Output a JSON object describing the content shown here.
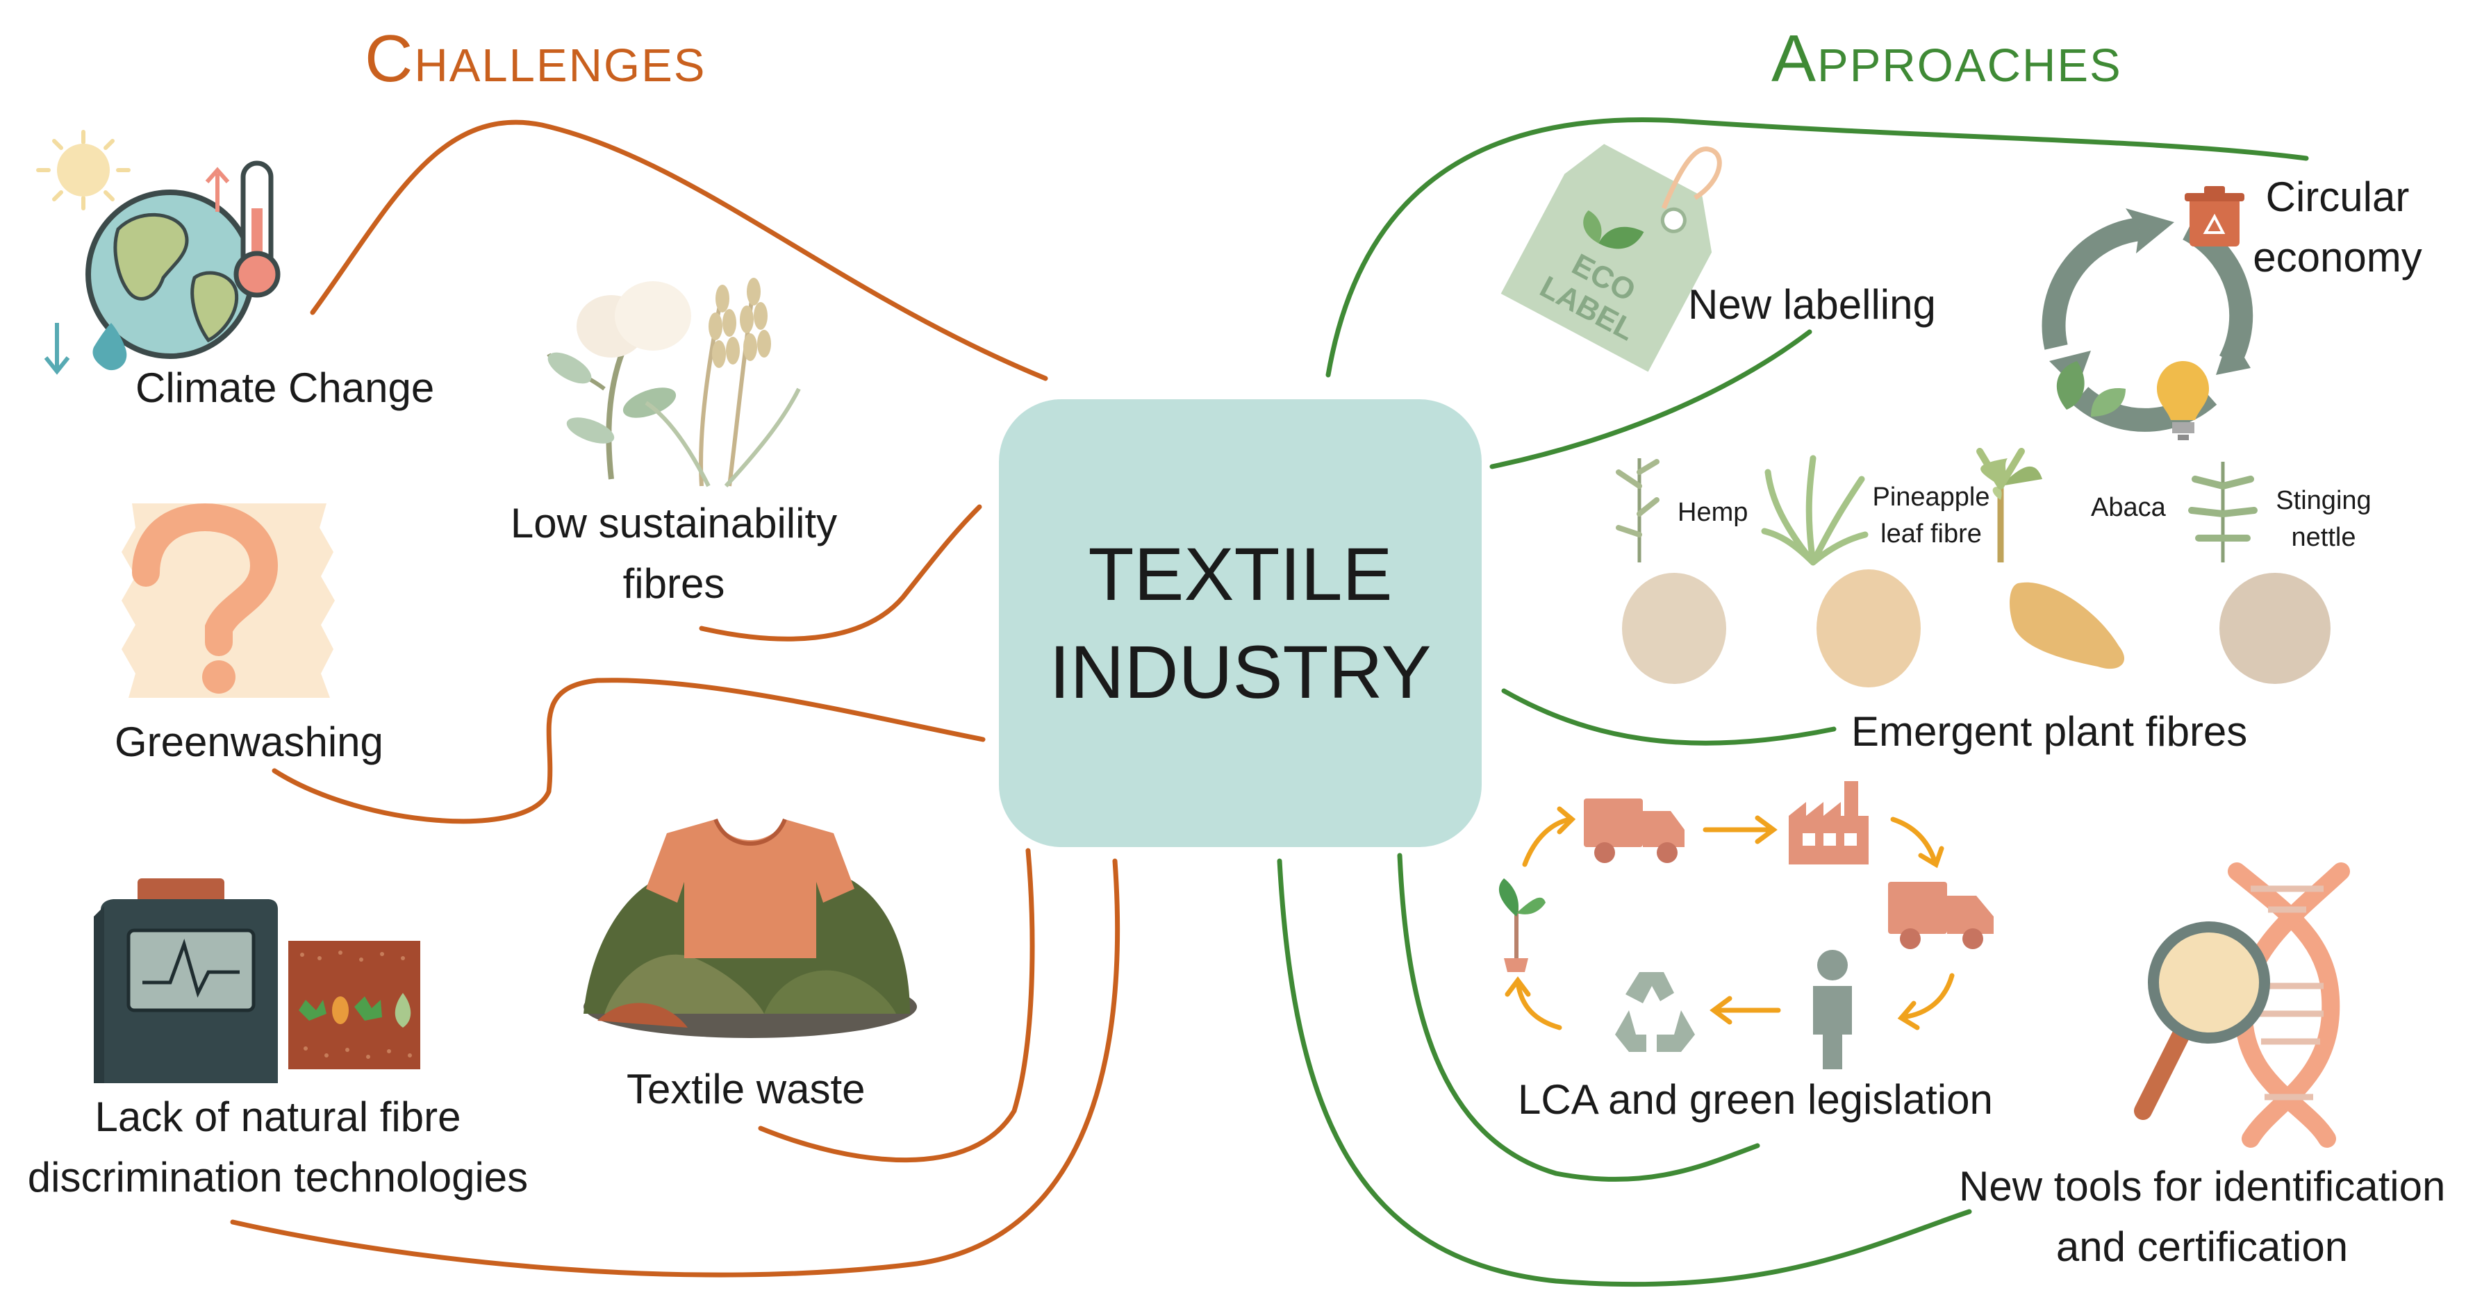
{
  "headings": {
    "challenges": "Challenges",
    "approaches": "Approaches"
  },
  "hub": {
    "line1": "TEXTILE",
    "line2": "INDUSTRY"
  },
  "challenges": {
    "climate_change": "Climate Change",
    "low_sustainability_1": "Low sustainability",
    "low_sustainability_2": "fibres",
    "greenwashing": "Greenwashing",
    "textile_waste": "Textile waste",
    "lack_1": "Lack of natural fibre",
    "lack_2": "discrimination technologies"
  },
  "approaches": {
    "new_labelling": "New labelling",
    "circular_1": "Circular",
    "circular_2": "economy",
    "emergent": "Emergent plant fibres",
    "lca": "LCA and green legislation",
    "tools_1": "New tools for identification",
    "tools_2": "and certification"
  },
  "fibres": {
    "hemp": "Hemp",
    "pineapple_1": "Pineapple",
    "pineapple_2": "leaf fibre",
    "abaca": "Abaca",
    "nettle_1": "Stinging",
    "nettle_2": "nettle"
  },
  "eco_tag": {
    "line1": "ECO",
    "line2": "LABEL"
  },
  "colors": {
    "challenges": "#c9601e",
    "approaches": "#3f8a35",
    "hub": "#bfe0db"
  }
}
